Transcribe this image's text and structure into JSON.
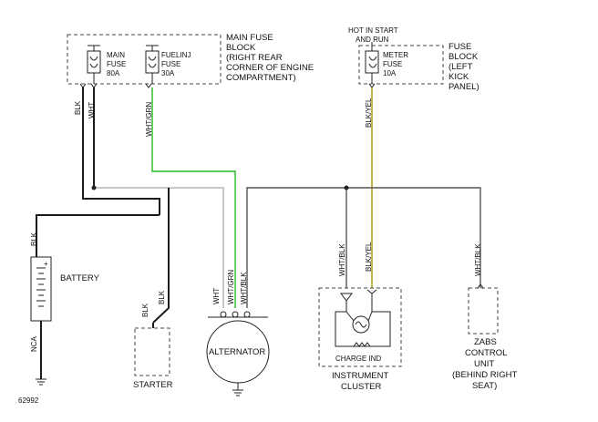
{
  "fuse_block_main": {
    "title": [
      "MAIN FUSE",
      "BLOCK",
      "(RIGHT REAR",
      "CORNER OF ENGINE",
      "COMPARTMENT)"
    ],
    "fuse1": [
      "MAIN",
      "FUSE",
      "80A"
    ],
    "fuse2": [
      "FUELINJ",
      "FUSE",
      "30A"
    ]
  },
  "fuse_block_kick": {
    "hot_label": [
      "HOT IN START",
      "AND RUN"
    ],
    "title": [
      "FUSE",
      "BLOCK",
      "(LEFT",
      "KICK",
      "PANEL)"
    ],
    "fuse": [
      "METER",
      "FUSE",
      "10A"
    ]
  },
  "wires": {
    "blk": "BLK",
    "wht": "WHT",
    "wht_grn": "WHT/GRN",
    "blk_yel": "BLK/YEL",
    "wht_blk": "WHT/BLK",
    "nca": "NCA"
  },
  "components": {
    "battery": "BATTERY",
    "starter": "STARTER",
    "alternator": "ALTERNATOR",
    "cluster": [
      "INSTRUMENT",
      "CLUSTER"
    ],
    "charge_ind": "CHARGE IND",
    "zabs": [
      "ZABS",
      "CONTROL",
      "UNIT",
      "(BEHIND RIGHT",
      "SEAT)"
    ]
  },
  "diagram_id": "62992",
  "colors": {
    "wht_grn": "#22bb22",
    "blk_yel": "#b5a21c",
    "wht": "#c8c8c8",
    "blk": "#1a1a1a"
  }
}
